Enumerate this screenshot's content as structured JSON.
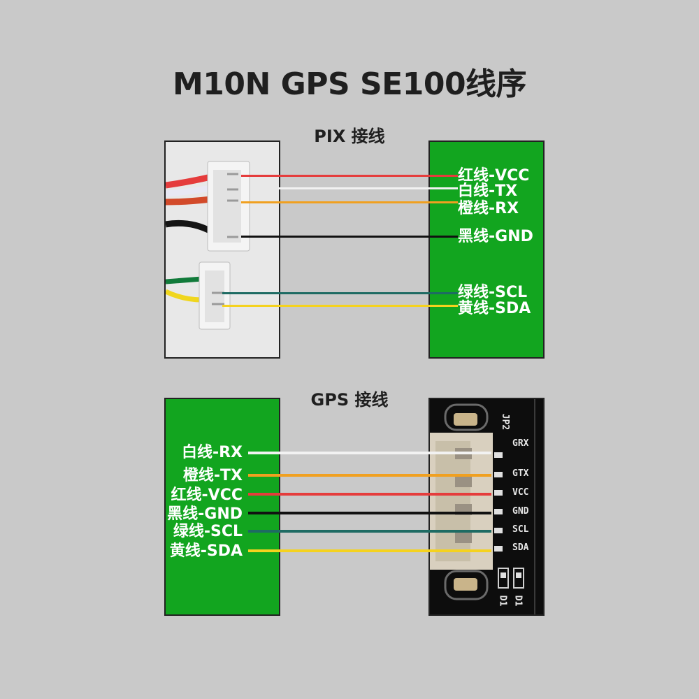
{
  "title": "M10N GPS SE100线序",
  "pix_section": {
    "title": "PIX 接线",
    "labels": {
      "vcc": "红线-VCC",
      "tx": "白线-TX",
      "rx": "橙线-RX",
      "gnd": "黑线-GND",
      "scl": "绿线-SCL",
      "sda": "黄线-SDA"
    }
  },
  "gps_section": {
    "title": "GPS 接线",
    "labels": {
      "rx": "白线-RX",
      "tx": "橙线-TX",
      "vcc": "红线-VCC",
      "gnd": "黑线-GND",
      "scl": "绿线-SCL",
      "sda": "黄线-SDA"
    },
    "board_silkscreen": {
      "connector": "JP2",
      "pins": [
        "GRX",
        "GTX",
        "VCC",
        "GND",
        "SCL",
        "SDA"
      ],
      "bottom": [
        "D1",
        "D1"
      ]
    }
  },
  "colors": {
    "red": "#e53c3c",
    "white": "#f2f2f2",
    "orange": "#f0a020",
    "black": "#111111",
    "green": "#1e6b63",
    "yellow": "#f5d21e",
    "panel_green": "#12a51f",
    "background": "#c9c9c9"
  }
}
